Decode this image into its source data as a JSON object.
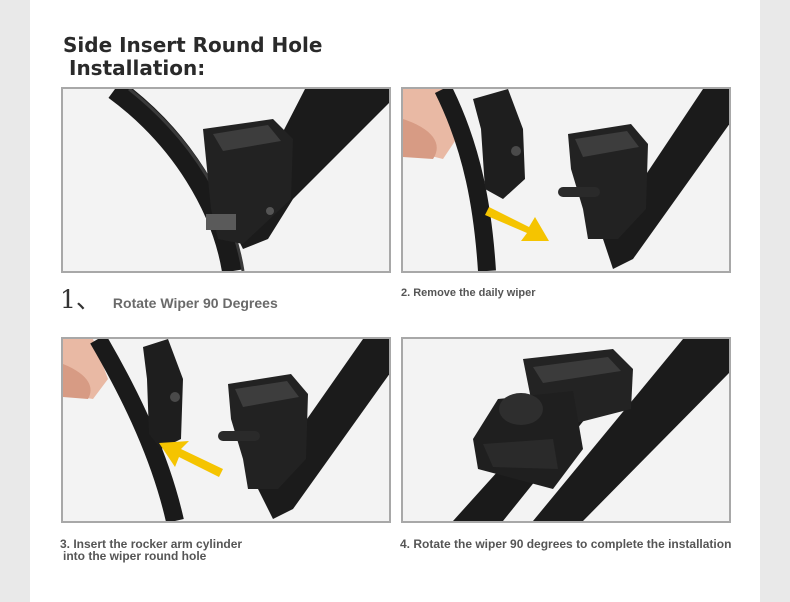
{
  "heading": {
    "line1": "Side Insert Round Hole",
    "line2": "Installation:"
  },
  "steps": [
    {
      "number": "1、",
      "text": "Rotate Wiper 90 Degrees"
    },
    {
      "text": "2. Remove the daily wiper"
    },
    {
      "line1": "3. Insert the rocker arm cylinder",
      "line2": "into the wiper round hole"
    },
    {
      "text": "4. Rotate the wiper 90 degrees to complete the installation"
    }
  ],
  "colors": {
    "arrow": "#f5c400",
    "part": "#1b1b1b",
    "frame": "#a8a8a8"
  }
}
